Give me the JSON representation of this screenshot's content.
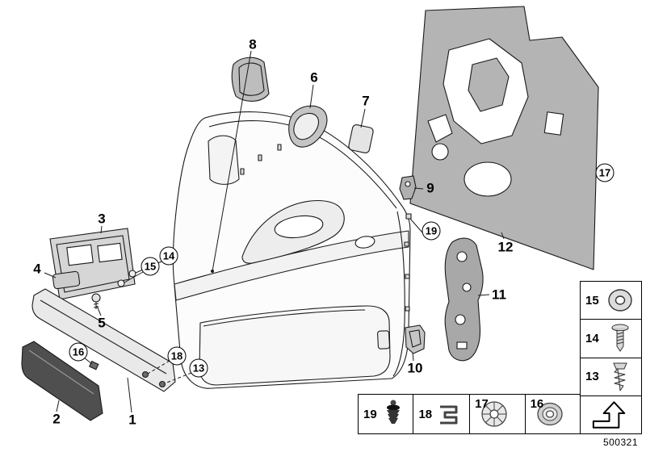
{
  "diagram": {
    "callouts": [
      {
        "label": "8",
        "circled": false
      },
      {
        "label": "6",
        "circled": false
      },
      {
        "label": "7",
        "circled": false
      },
      {
        "label": "17",
        "circled": true
      },
      {
        "label": "9",
        "circled": false
      },
      {
        "label": "12",
        "circled": false
      },
      {
        "label": "19",
        "circled": true
      },
      {
        "label": "3",
        "circled": false
      },
      {
        "label": "4",
        "circled": false
      },
      {
        "label": "15",
        "circled": true
      },
      {
        "label": "14",
        "circled": true
      },
      {
        "label": "5",
        "circled": false
      },
      {
        "label": "11",
        "circled": false
      },
      {
        "label": "16",
        "circled": true
      },
      {
        "label": "10",
        "circled": false
      },
      {
        "label": "18",
        "circled": true
      },
      {
        "label": "13",
        "circled": true
      },
      {
        "label": "2",
        "circled": false
      },
      {
        "label": "1",
        "circled": false
      }
    ],
    "legend_side": [
      {
        "label": "15",
        "icon": "washer-icon"
      },
      {
        "label": "14",
        "icon": "pan-head-screw-icon"
      },
      {
        "label": "13",
        "icon": "self-tapping-screw-icon"
      }
    ],
    "legend_bottom": [
      {
        "label": "19",
        "icon": "expansion-rivet-icon"
      },
      {
        "label": "18",
        "icon": "spring-clip-icon"
      },
      {
        "label": "17",
        "icon": "star-washer-icon"
      },
      {
        "label": "16",
        "icon": "retainer-washer-icon"
      }
    ],
    "direction_symbol_icon": "front-direction-arrow-icon",
    "doc_number": "500321",
    "colors": {
      "line": "#1a1a1a",
      "panel_gray": "#b4b4b4",
      "dark_strip": "#4f4f4f",
      "background": "#ffffff"
    }
  }
}
